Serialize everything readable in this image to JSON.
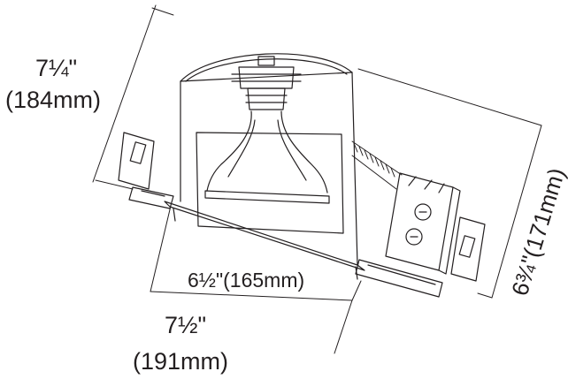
{
  "dimensions": {
    "height_in": "7¼\"",
    "height_mm": "(184mm)",
    "aperture": "6½\"(165mm)",
    "width_in": "7½\"",
    "width_mm": "(191mm)",
    "depth": "6¾\"(171mm)"
  },
  "colors": {
    "line": "#231f20",
    "background": "#ffffff"
  }
}
